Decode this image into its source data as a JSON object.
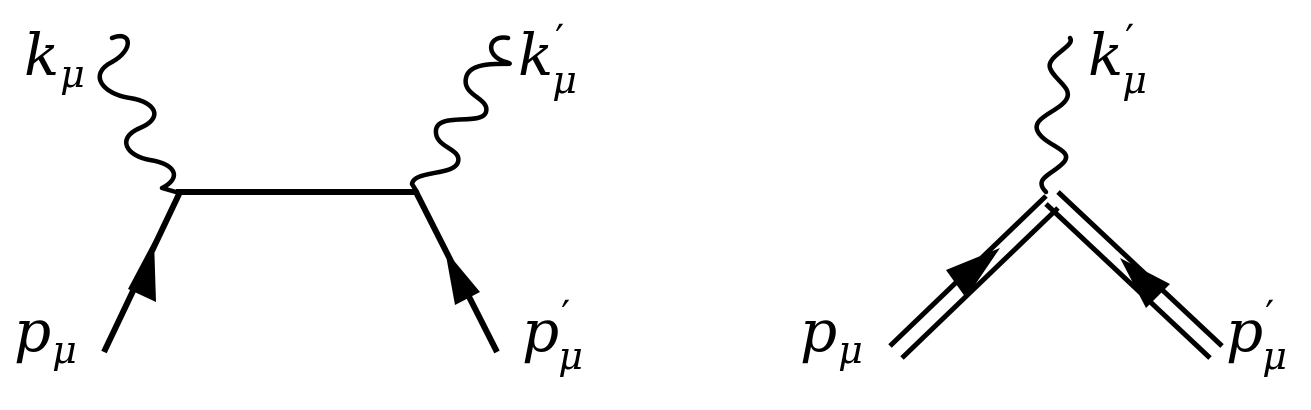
{
  "diagram_left": {
    "incoming_photon_label": {
      "base": "k",
      "sub": "μ",
      "prime": ""
    },
    "outgoing_photon_label": {
      "base": "k",
      "sub": "μ",
      "prime": "′"
    },
    "incoming_particle_label": {
      "base": "p",
      "sub": "μ",
      "prime": ""
    },
    "outgoing_particle_label": {
      "base": "p",
      "sub": "μ",
      "prime": "′"
    }
  },
  "diagram_right": {
    "outgoing_photon_label": {
      "base": "k",
      "sub": "μ",
      "prime": "′"
    },
    "incoming_particle_label": {
      "base": "p",
      "sub": "μ",
      "prime": ""
    },
    "outgoing_particle_label": {
      "base": "p",
      "sub": "μ",
      "prime": "′"
    }
  },
  "colors": {
    "ink": "#000000",
    "background": "#ffffff"
  }
}
